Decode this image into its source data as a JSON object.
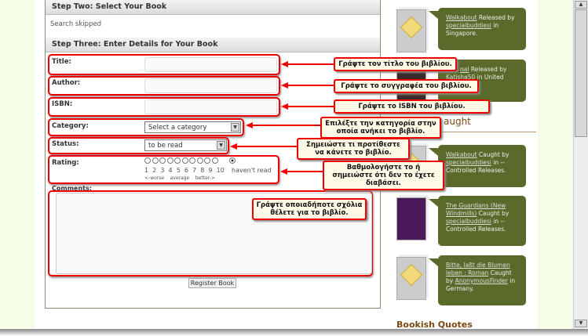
{
  "step_two": {
    "title": "Step Two: Select Your Book",
    "status": "Search skipped"
  },
  "step_three": {
    "title": "Step Three: Enter Details for Your Book"
  },
  "form": {
    "title_label": "Title:",
    "title_value": "",
    "author_label": "Author:",
    "author_value": "",
    "isbn_label": "ISBN:",
    "isbn_value": "",
    "category_label": "Category:",
    "category_value": "Select a category",
    "status_label": "Status:",
    "status_value": "to be read",
    "rating_label": "Rating:",
    "rating_numbers": "1  2  3  4  5  6  7  8  9  10",
    "rating_scale": "<-worse    average    better->",
    "havent_read": "haven't read",
    "rating_selected": "haven't read",
    "comments_label": "Comments:",
    "comments_value": "",
    "submit": "Register Book"
  },
  "callouts": {
    "title": "Γράψτε τον τίτλο του βιβλίου.",
    "author": "Γράψτε το συγγραφέα του βιβλίου.",
    "isbn": "Γράψτε το ISBN του βιβλίου.",
    "category": "Επιλέξτε την κατηγορία στην οποία ανήκει το βιβλίο.",
    "status": "Σημειώστε τι προτίθεστε να κάνετε το βιβλίο.",
    "rating": "Βαθμολογήστε το ή σημειώστε ότι δεν το έχετε διαβάσει.",
    "comments": "Γράψτε οποιαδήποτε σχόλια θέλετε για το βιβλίο."
  },
  "sidebar": {
    "released": [
      {
        "book": "Walkabout",
        "verb": "Released by",
        "user": "specialbuddiesi",
        "place": "in Singapore."
      },
      {
        "book": "nal",
        "verb": "Released by",
        "user": "Katisha50",
        "place": "in United"
      }
    ],
    "caught_heading": "aught",
    "caught": [
      {
        "book": "Walkabout",
        "verb": "Caught by",
        "user": "specialbuddiesi",
        "place": "in -- Controlled Releases."
      },
      {
        "book": "The Guardians (New Windmills)",
        "verb": "Caught by",
        "user": "specialbuddiesi",
        "place": "in -- Controlled Releases."
      },
      {
        "book": "Bitte, laßt die Blumen leben : Roman",
        "verb": "Caught by",
        "user": "AnonymousFinder",
        "place": "in Germany."
      }
    ],
    "quotes_heading": "Bookish Quotes"
  },
  "colors": {
    "annotation": "#e00000",
    "bubble": "#5a6a2a",
    "heading": "#7a4a10",
    "page_bg": "#f3fde8"
  }
}
